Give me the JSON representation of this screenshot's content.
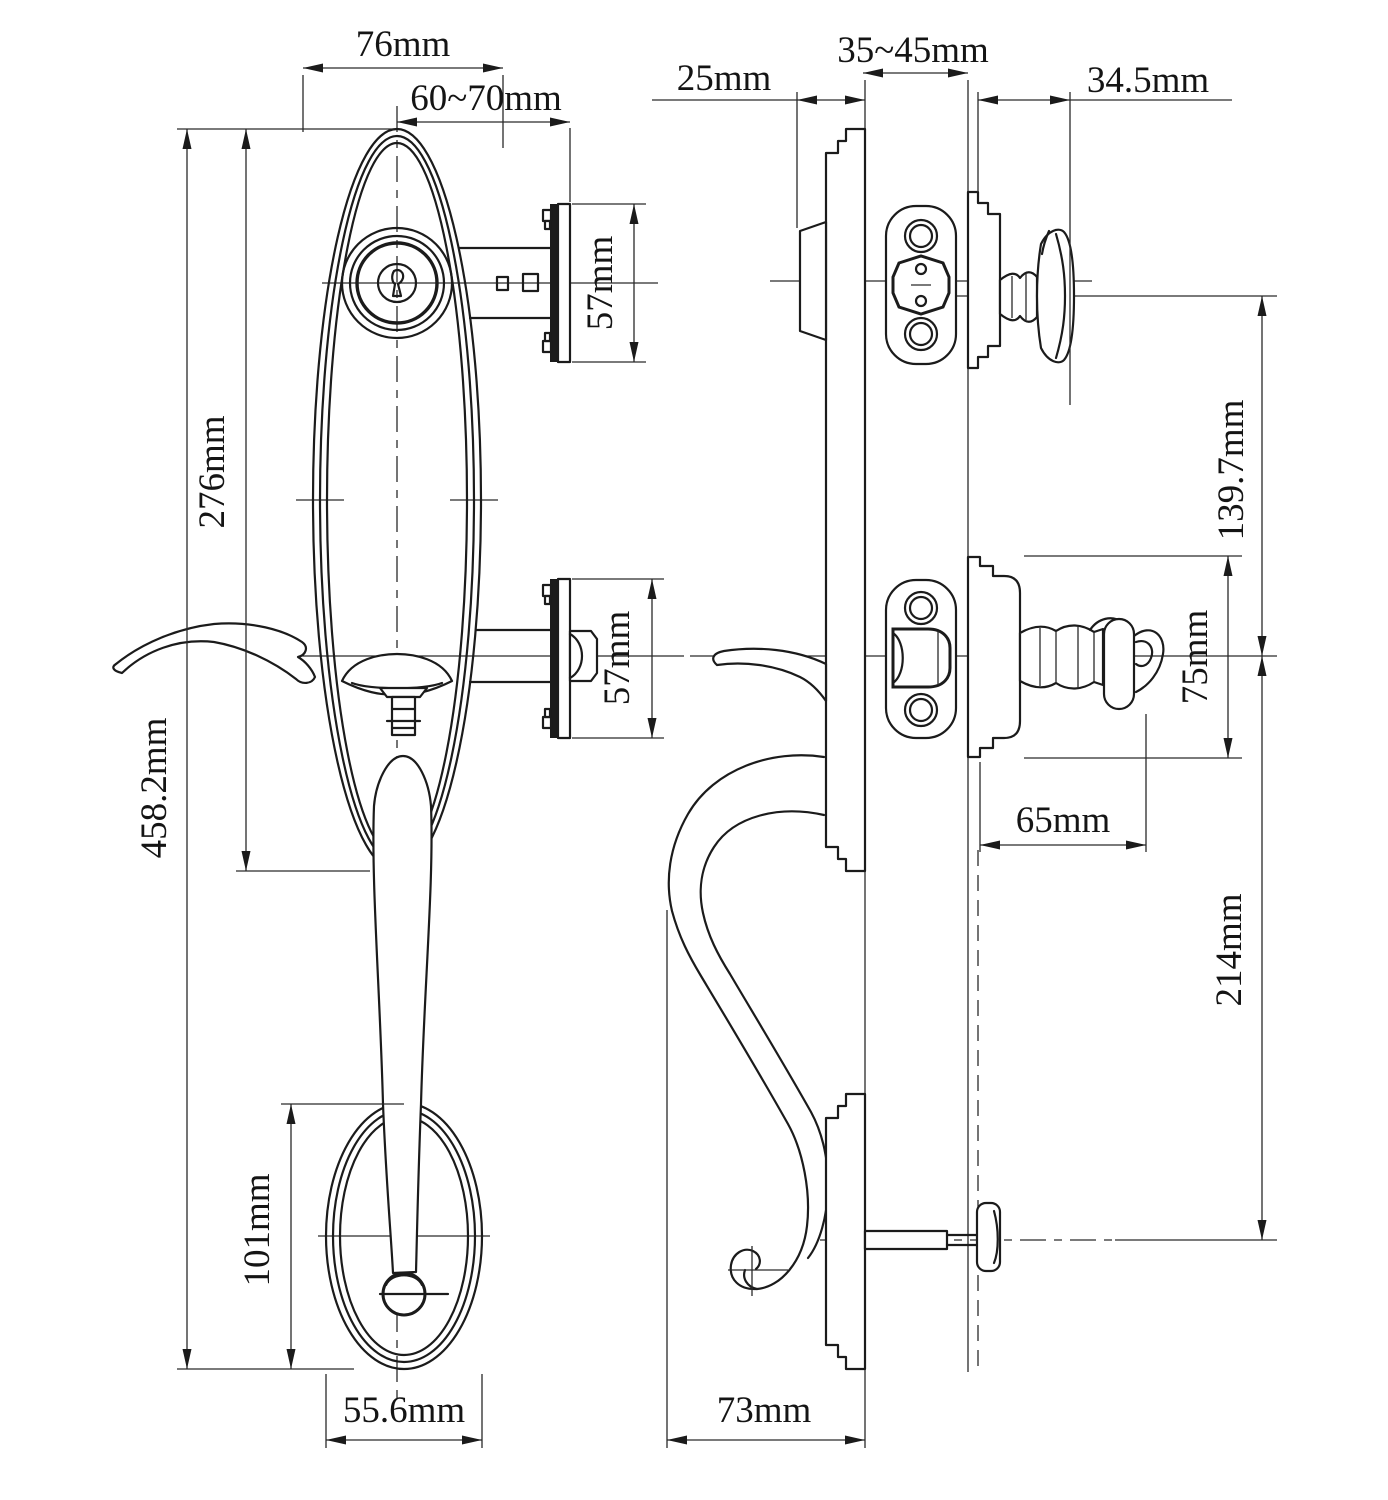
{
  "page": {
    "background": "#ffffff"
  },
  "drawing": {
    "line_color": "#1b1b1b",
    "dimension_color": "#2a2a2a",
    "units": "mm"
  },
  "dims": {
    "front": {
      "top_width": "76mm",
      "backset": "60~70mm",
      "deadbolt_faceplate_height": "57mm",
      "latch_faceplate_height": "57mm",
      "escutcheon_height": "276mm",
      "overall_height": "458.2mm",
      "bottom_oval_height": "101mm",
      "bottom_oval_width": "55.6mm"
    },
    "side": {
      "exterior_projection": "25mm",
      "door_thickness": "35~45mm",
      "thumbturn_projection": "34.5mm",
      "deadbolt_to_latch_spacing": "139.7mm",
      "interior_rose_height": "75mm",
      "interior_knob_projection": "65mm",
      "latch_to_screw_distance": "214mm",
      "handle_projection": "73mm"
    }
  }
}
